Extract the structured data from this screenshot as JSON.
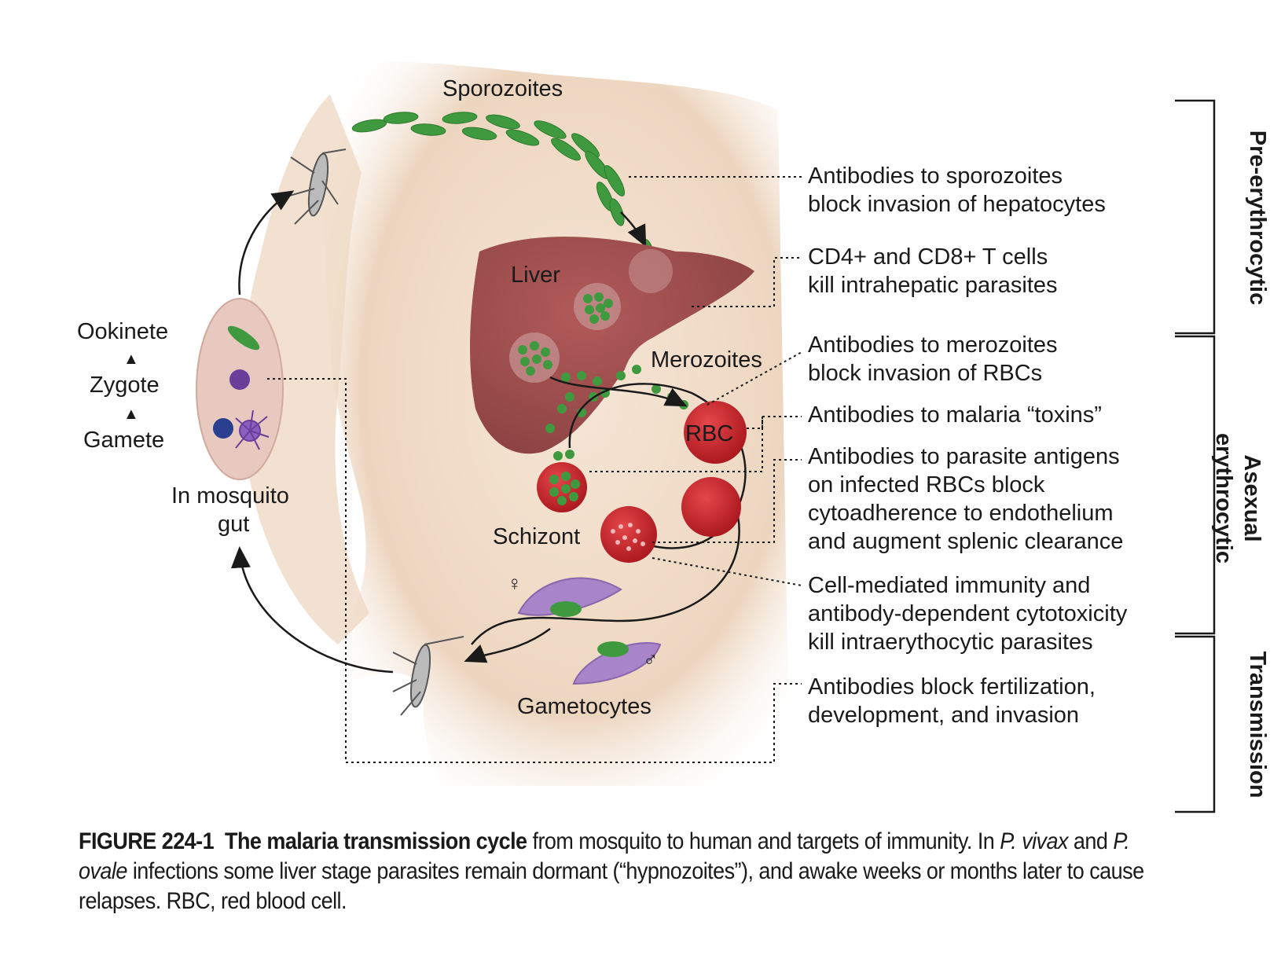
{
  "labels": {
    "sporozoites": "Sporozoites",
    "liver": "Liver",
    "merozoites": "Merozoites",
    "rbc": "RBC",
    "schizont": "Schizont",
    "gametocytes": "Gametocytes",
    "ookinete": "Ookinete",
    "zygote": "Zygote",
    "gamete": "Gamete",
    "mosquito_gut_line1": "In mosquito",
    "mosquito_gut_line2": "gut",
    "triangle": "▲",
    "female": "♀",
    "male": "♂"
  },
  "annotations": [
    {
      "lines": [
        "Antibodies to sporozoites",
        "block invasion of hepatocytes"
      ]
    },
    {
      "lines": [
        "CD4+ and CD8+ T cells",
        "kill intrahepatic parasites"
      ]
    },
    {
      "lines": [
        "Antibodies to merozoites",
        "block invasion of RBCs"
      ]
    },
    {
      "lines": [
        "Antibodies to malaria “toxins”"
      ]
    },
    {
      "lines": [
        "Antibodies to parasite antigens",
        "on infected RBCs block",
        "cytoadherence to endothelium",
        "and augment splenic clearance"
      ]
    },
    {
      "lines": [
        "Cell-mediated immunity and",
        "antibody-dependent cytotoxicity",
        "kill intraerythocytic parasites"
      ]
    },
    {
      "lines": [
        "Antibodies block fertilization,",
        "development, and invasion"
      ]
    }
  ],
  "stages": {
    "pre_erythrocytic": "Pre-erythrocytic",
    "asexual_line1": "Asexual",
    "asexual_line2": "erythrocytic",
    "transmission": "Transmission"
  },
  "caption": {
    "figure_number": "FIGURE 224-1",
    "title": "The malaria transmission cycle",
    "text_1": " from mosquito to human and targets of immunity. In ",
    "species_1": "P. vivax",
    "text_2": " and ",
    "species_2": "P. ovale",
    "text_3": " infections some liver stage parasites remain dormant (“hypnozoites”), and awake weeks or months later to cause relapses. RBC, red blood cell."
  },
  "colors": {
    "skin": "#f1dcc8",
    "liver": "#9e4a4a",
    "parasite_green": "#3f9a3f",
    "rbc_red": "#c8262b",
    "gametocyte_purple": "#a884c8",
    "gut_pink": "#e8c9c0",
    "zygote_purple": "#6a3f9a",
    "gamete_blue": "#2a3f8f"
  }
}
